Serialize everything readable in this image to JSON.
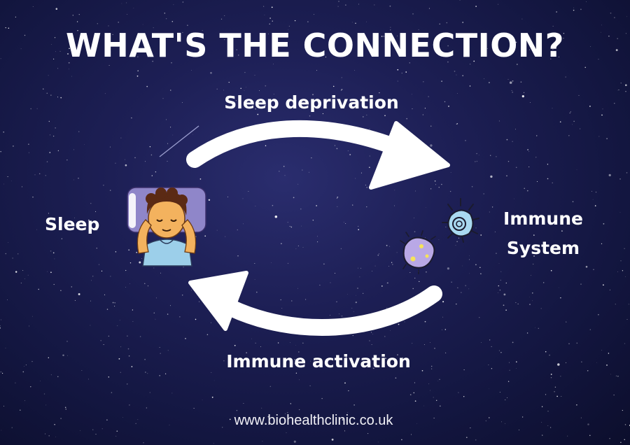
{
  "title": "WHAT'S THE CONNECTION?",
  "nodes": {
    "sleep": "Sleep",
    "immune_system": "Immune System"
  },
  "edges": {
    "sleep_to_immune": "Sleep deprivation",
    "immune_to_sleep": "Immune activation"
  },
  "footer": "www.biohealthclinic.co.uk",
  "colors": {
    "background": "#1d1f55",
    "text": "#ffffff",
    "arrow": "#ffffff",
    "pillow": "#8f86c9",
    "shirt": "#9ccfea",
    "skin": "#f3b25e",
    "hair": "#5b2a14",
    "germ_blue": "#a9d9f0",
    "germ_purple": "#b9a8e6"
  }
}
